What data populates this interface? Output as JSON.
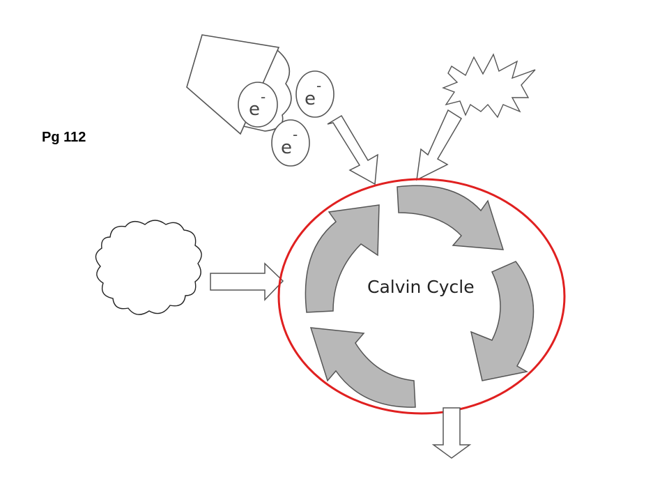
{
  "page_label": "Pg 112",
  "cycle": {
    "title": "Calvin Cycle"
  },
  "electrons": [
    {
      "symbol": "e",
      "charge": "-"
    },
    {
      "symbol": "e",
      "charge": "-"
    },
    {
      "symbol": "e",
      "charge": "-"
    }
  ],
  "colors": {
    "ring": "#e02020",
    "cycle_arrow_fill": "#b8b8b8",
    "cycle_arrow_stroke": "#555555",
    "line": "#555555"
  },
  "icons": [
    "bucket-icon",
    "electron-icon",
    "sunburst-icon",
    "cloud-icon"
  ]
}
